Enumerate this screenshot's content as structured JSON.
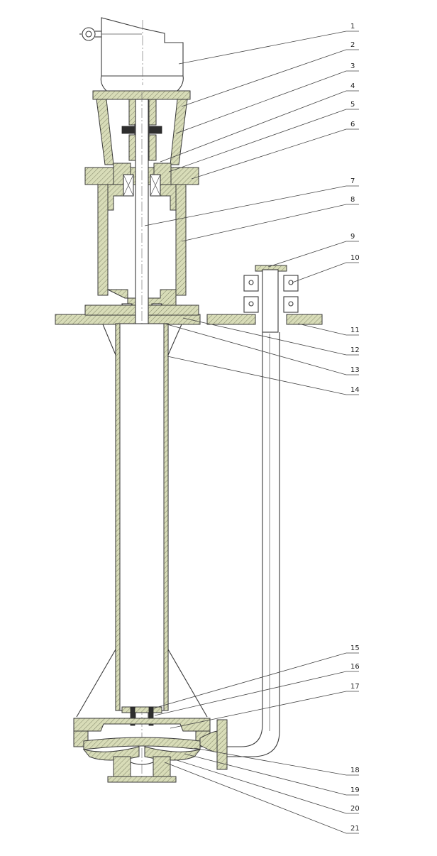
{
  "diagram": {
    "part_numbers": [
      "1",
      "2",
      "3",
      "4",
      "5",
      "6",
      "7",
      "8",
      "9",
      "10",
      "11",
      "12",
      "13",
      "14",
      "15",
      "16",
      "17",
      "18",
      "19",
      "20",
      "21"
    ],
    "hatch_color": "#d8dcb8"
  }
}
